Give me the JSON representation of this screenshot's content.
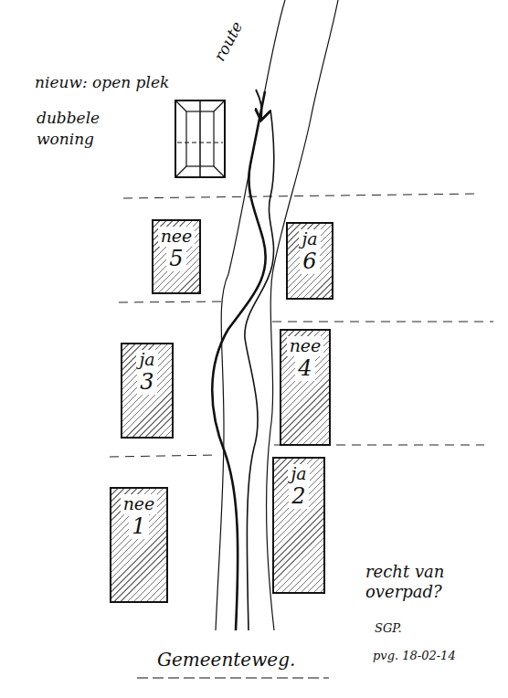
{
  "diagram": {
    "nodes": [
      {
        "text": [
          "dubbele woning"
        ]
      },
      {
        "text": [
          "nee",
          "5"
        ]
      },
      {
        "text": [
          "ja",
          "6"
        ]
      },
      {
        "text": [
          "ja",
          "3"
        ]
      },
      {
        "text": [
          "nee",
          "4"
        ]
      },
      {
        "text": [
          "nee",
          "1"
        ]
      },
      {
        "text": [
          "ja",
          "2"
        ]
      }
    ],
    "labels": [
      "nieuw: open plek",
      "route",
      "Gemeenteweg.",
      "recht van overpad?",
      "SGP.",
      "pvg. 18-02-14"
    ]
  }
}
